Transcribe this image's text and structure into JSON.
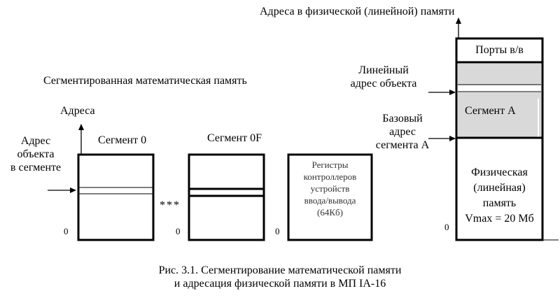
{
  "physical_memory_title": "Адреса в физической (линейной) памяти",
  "segmented_memory_title": "Сегментированная математическая память",
  "axis_label": "Адреса",
  "object_address_label": [
    "Адрес",
    "объекта",
    "в сегменте"
  ],
  "segment_0_label": "Сегмент 0",
  "segment_0f_label": "Сегмент 0F",
  "ellipsis": "***",
  "zero_label": "0",
  "io_registers": [
    "Регистры",
    "контроллеров",
    "устройств",
    "ввода/вывода",
    "(64Кб)"
  ],
  "io_ports": "Порты в/в",
  "linear_address_label": [
    "Линейный",
    "адрес объекта"
  ],
  "base_address_label": [
    "Базовый",
    "адрес",
    "сегмента А"
  ],
  "segment_a": "Сегмент А",
  "physical_memory_block": [
    "Физическая",
    "(линейная)",
    "память",
    "Vmax = 20 Мб"
  ],
  "caption": [
    "Рис. 3.1. Сегментирование математической памяти",
    "и адресация физической памяти в МП IA-16"
  ],
  "colors": {
    "line": "#000000",
    "shade": "#d9d9d9"
  }
}
